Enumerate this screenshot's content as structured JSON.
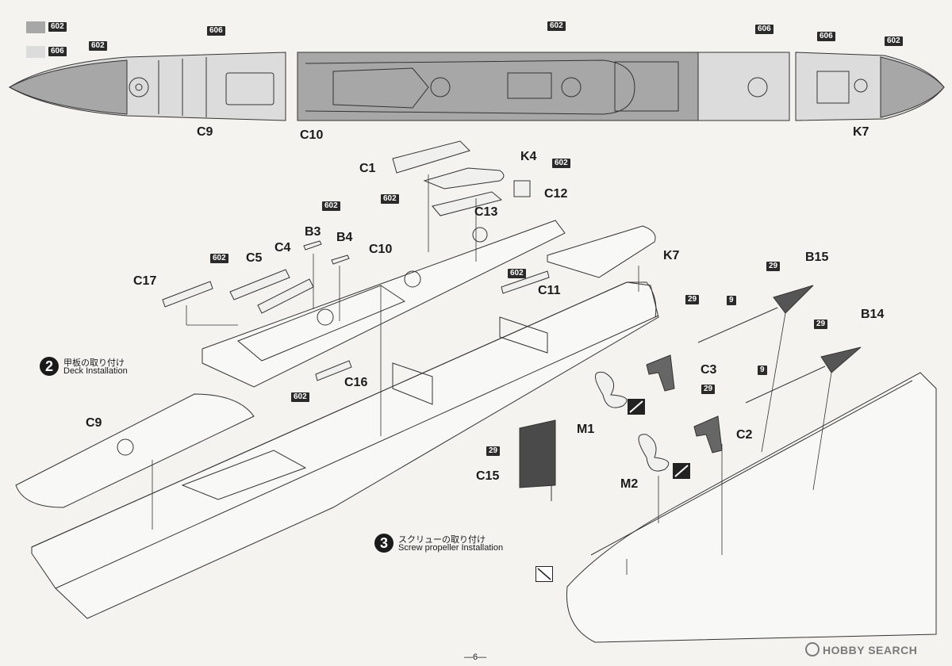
{
  "legend": {
    "dark_code": "602",
    "light_code": "606",
    "dark_color": "#a7a7a7",
    "light_color": "#dcdcdc"
  },
  "top_parts": {
    "c9": "C9",
    "c10": "C10",
    "k7": "K7",
    "code_602": "602",
    "code_606": "606"
  },
  "parts": {
    "c1": "C1",
    "k4": "K4",
    "c12": "C12",
    "c13": "C13",
    "b3": "B3",
    "b4": "B4",
    "c4": "C4",
    "c5": "C5",
    "c10": "C10",
    "k7": "K7",
    "c17": "C17",
    "c11": "C11",
    "c16": "C16",
    "c9": "C9",
    "b15": "B15",
    "b14": "B14",
    "c3": "C3",
    "c2": "C2",
    "m1": "M1",
    "m2": "M2",
    "c15": "C15"
  },
  "color_codes": {
    "c602": "602",
    "c9": "9",
    "c29": "29"
  },
  "steps": [
    {
      "number": "2",
      "title_jp": "甲板の取り付け",
      "title_en": "Deck Installation"
    },
    {
      "number": "3",
      "title_jp": "スクリューの取り付け",
      "title_en": "Screw propeller Installation"
    }
  ],
  "page_number": "—6—",
  "watermark": "HOBBY SEARCH"
}
